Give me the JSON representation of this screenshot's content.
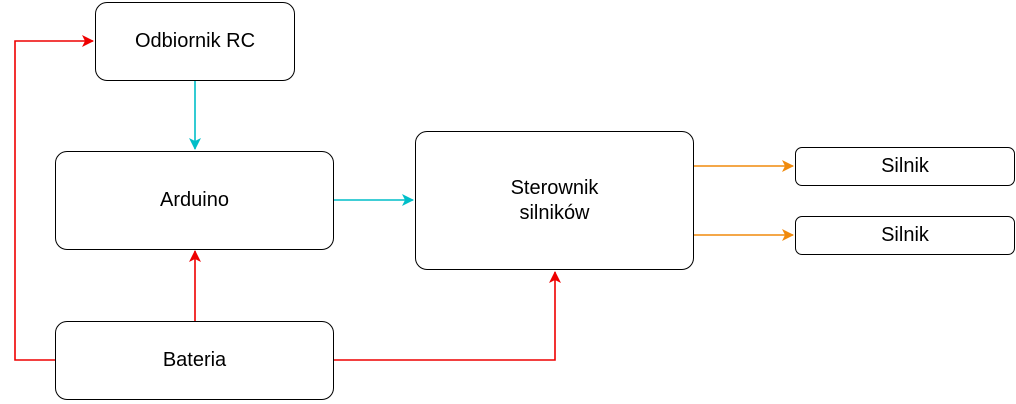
{
  "diagram": {
    "nodes": {
      "odbiornik": {
        "label": "Odbiornik RC"
      },
      "arduino": {
        "label": "Arduino"
      },
      "sterownik": {
        "label": "Sterownik\nsilników"
      },
      "silnik_1": {
        "label": "Silnik"
      },
      "silnik_2": {
        "label": "Silnik"
      },
      "bateria": {
        "label": "Bateria"
      }
    },
    "edges": [
      {
        "from": "bateria",
        "to": "odbiornik",
        "kind": "power"
      },
      {
        "from": "bateria",
        "to": "arduino",
        "kind": "power"
      },
      {
        "from": "bateria",
        "to": "sterownik",
        "kind": "power"
      },
      {
        "from": "odbiornik",
        "to": "arduino",
        "kind": "signal"
      },
      {
        "from": "arduino",
        "to": "sterownik",
        "kind": "signal"
      },
      {
        "from": "sterownik",
        "to": "silnik_1",
        "kind": "motor"
      },
      {
        "from": "sterownik",
        "to": "silnik_2",
        "kind": "motor"
      }
    ],
    "colors": {
      "power": "#ee0000",
      "signal": "#00bec8",
      "motor": "#f08a0c"
    }
  }
}
